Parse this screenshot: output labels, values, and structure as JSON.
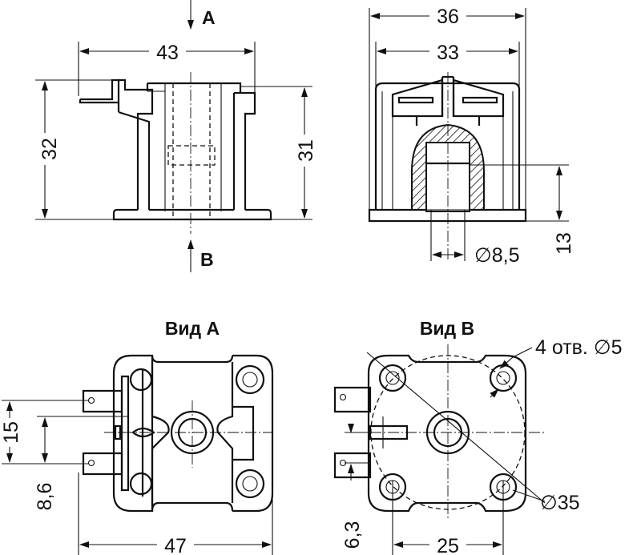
{
  "views": {
    "front": {
      "arrow_a": "A",
      "arrow_b": "B",
      "width": "43",
      "height_left": "32",
      "height_right": "31"
    },
    "side": {
      "outer_width": "36",
      "inner_width": "33",
      "bore": "∅8,5",
      "bore_height": "13"
    },
    "view_a": {
      "title": "Вид А",
      "width": "47",
      "pitch": "15",
      "offset": "8,6"
    },
    "view_b": {
      "title": "Вид В",
      "holes": "4 отв. ∅5",
      "circle": "∅35",
      "spacing": "25",
      "offset": "6,3"
    }
  }
}
